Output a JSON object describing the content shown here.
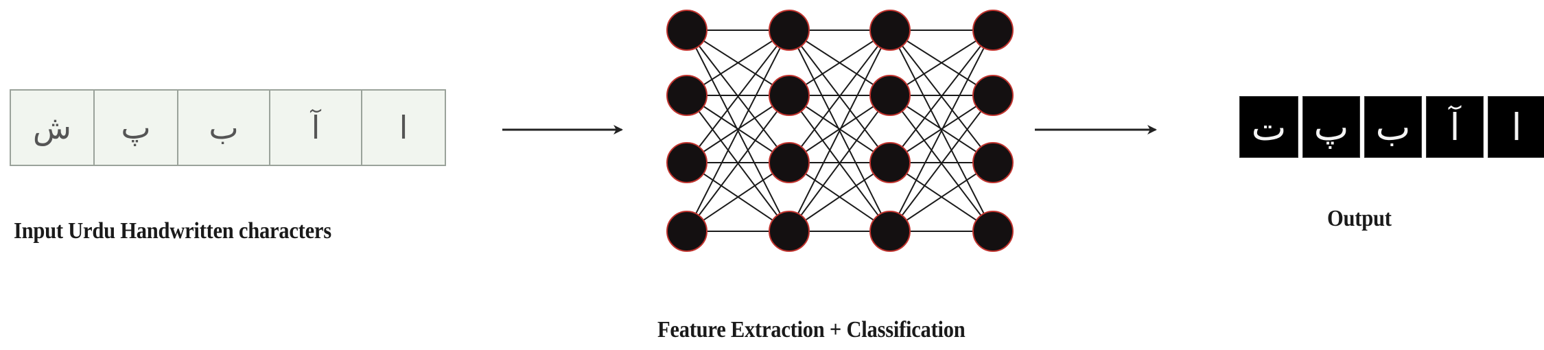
{
  "captions": {
    "input": "Input Urdu Handwritten characters",
    "feature": "Feature Extraction + Classification",
    "output": "Output"
  },
  "input_characters": [
    "ش",
    "پ",
    "ب",
    "آ",
    "ا"
  ],
  "output_characters": [
    "ت",
    "پ",
    "ب",
    "آ",
    "ا"
  ],
  "network": {
    "layers": [
      4,
      4,
      4,
      4
    ],
    "node_color": "#141011",
    "node_outline": "#c0332e",
    "edge_color": "#1a1a1a"
  },
  "arrow_color": "#222222"
}
